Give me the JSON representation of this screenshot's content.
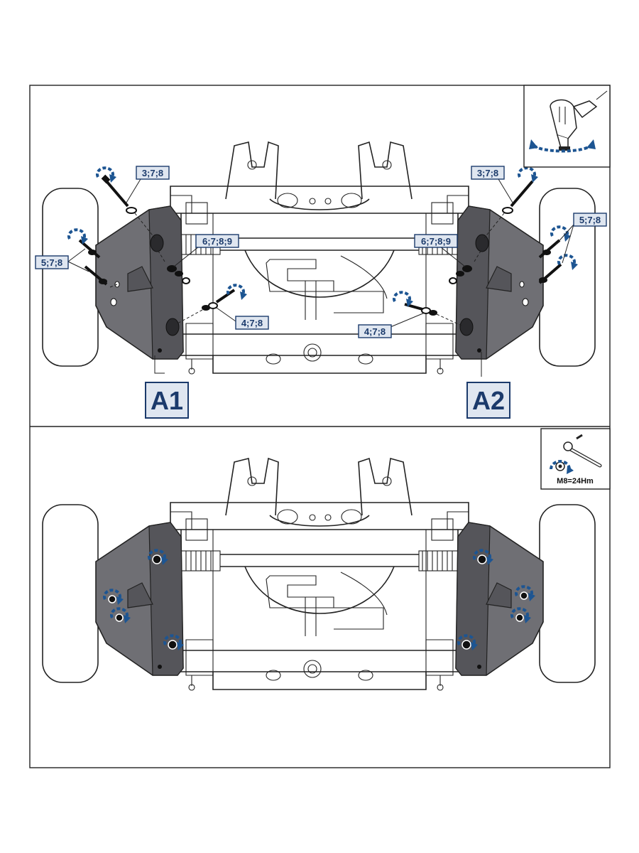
{
  "panel1": {
    "callouts": {
      "left_top": "3;7;8",
      "left_side": "5;7;8",
      "left_middle": "6;7;8;9",
      "left_bottom": "4;7;8",
      "right_top": "3;7;8",
      "right_side": "5;7;8",
      "right_middle": "6;7;8;9",
      "right_bottom": "4;7;8"
    },
    "part_labels": {
      "left": "A1",
      "right": "A2"
    },
    "inset_icon": "hand-tighten-icon"
  },
  "panel2": {
    "torque_label": "M8=24Hm",
    "inset_icon": "torque-wrench-icon"
  },
  "colors": {
    "accent": "#1d5592",
    "label_text": "#1b3a6b",
    "label_bg": "#dfe6f0",
    "plate": "#6f6f74"
  }
}
